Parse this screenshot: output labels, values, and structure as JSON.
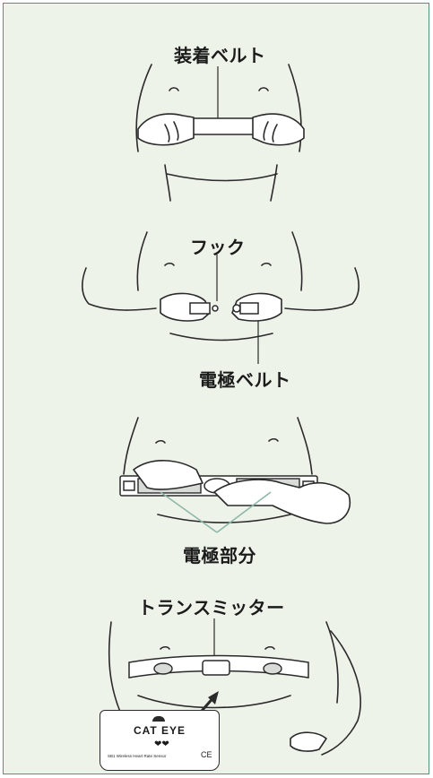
{
  "labels": {
    "belt": "装着ベルト",
    "hook": "フック",
    "electrode_belt": "電極ベルト",
    "electrode_part": "電極部分",
    "transmitter": "トランスミッター"
  },
  "device": {
    "brand": "CAT EYE",
    "model_text": "SB1 Wireless Heart Rate Sensor",
    "ce_mark": "CE"
  },
  "colors": {
    "frame_border": "#5a8f7a",
    "background": "#eef3ea",
    "leader_green": "#8fb7a8"
  }
}
